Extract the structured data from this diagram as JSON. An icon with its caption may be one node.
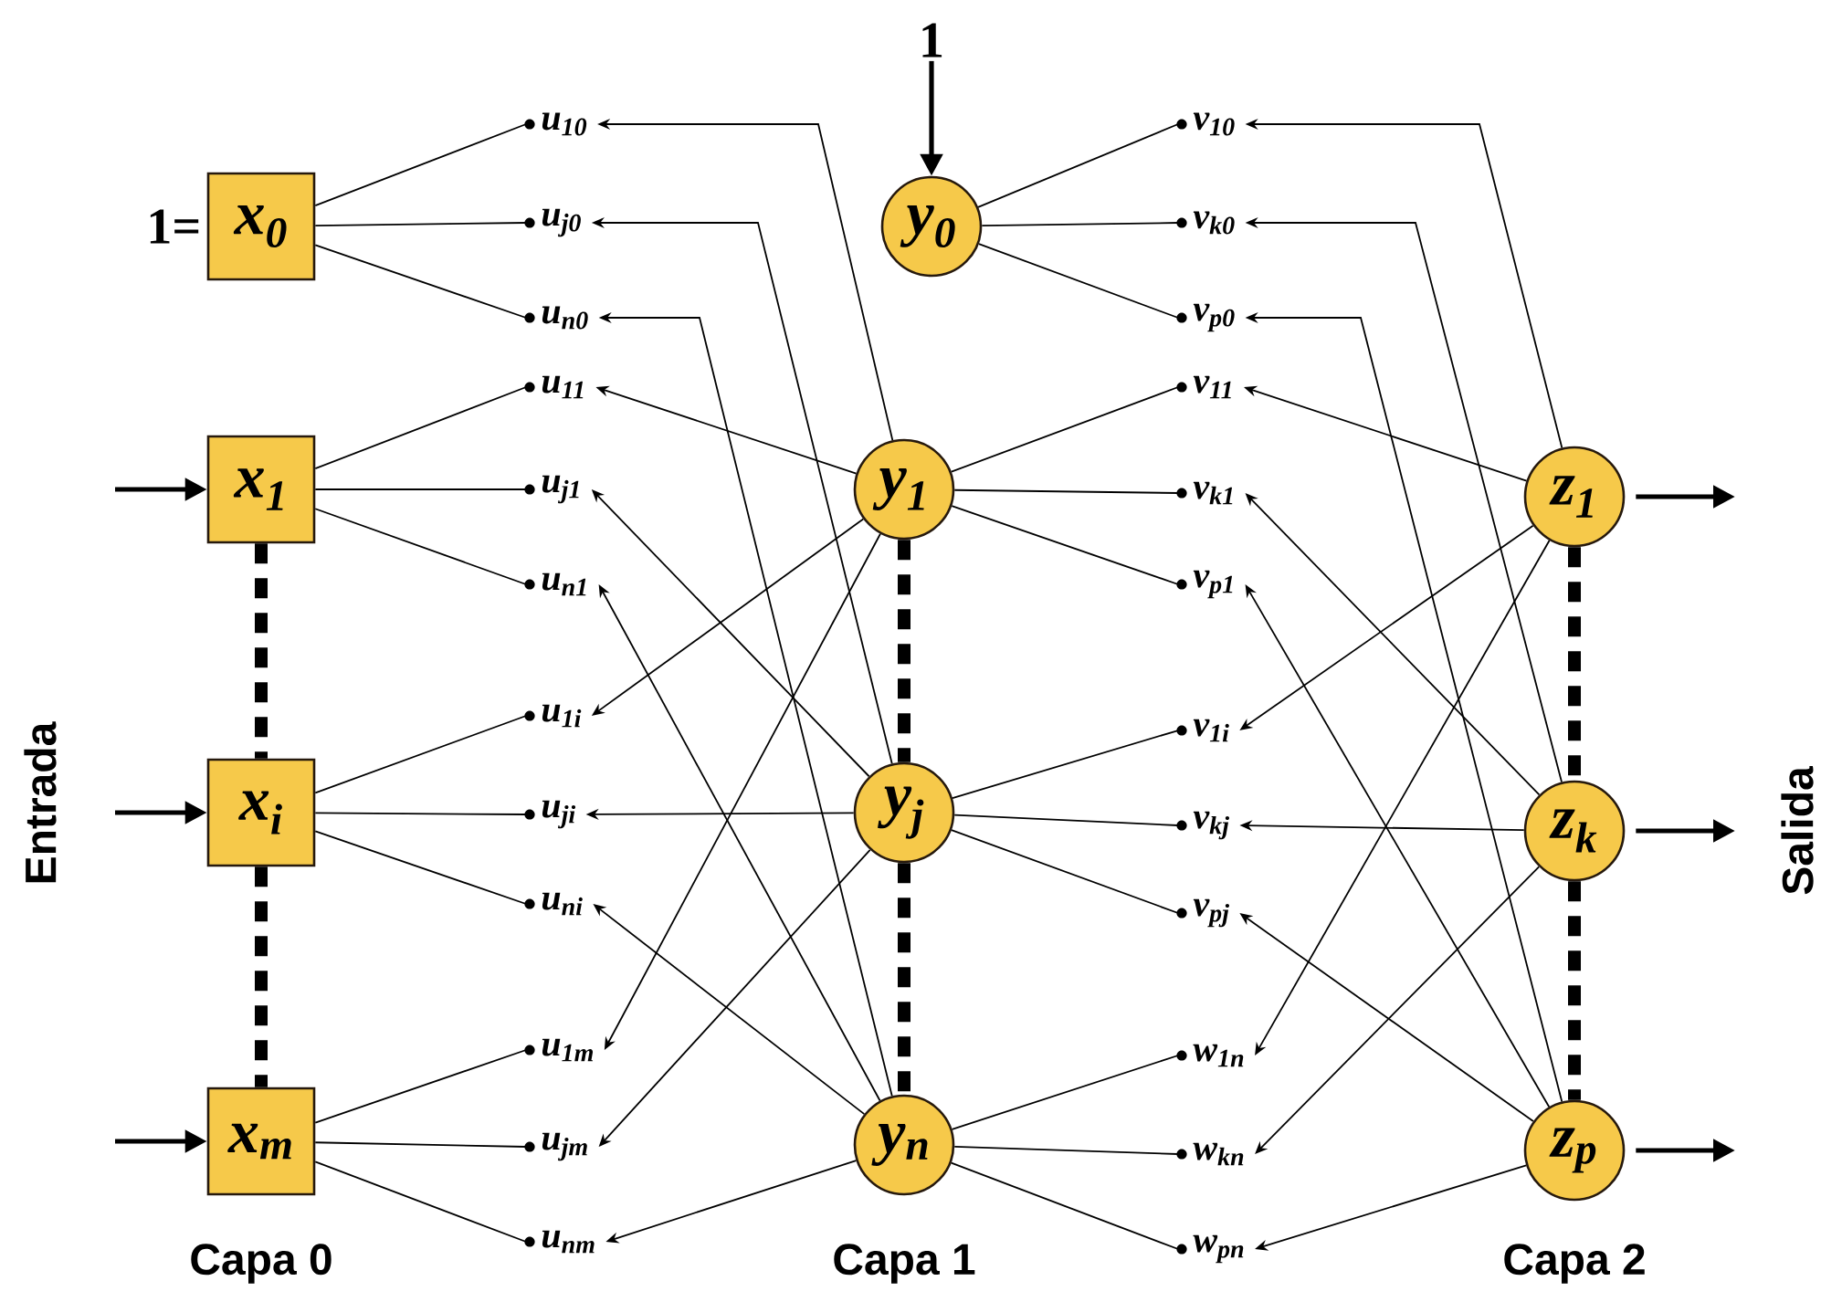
{
  "diagram": {
    "nodes": [
      {
        "text": [
          "x$_{0}$"
        ],
        "beside": [
          "1="
        ]
      },
      {
        "text": [
          "x$_{1}$"
        ]
      },
      {
        "text": [
          "x$_{i}$"
        ]
      },
      {
        "text": [
          "x$_{m}$"
        ]
      },
      {
        "text": [
          "y$_{0}$"
        ]
      },
      {
        "text": [
          "y$_{1}$"
        ]
      },
      {
        "text": [
          "y$_{j}$"
        ]
      },
      {
        "text": [
          "y$_{n}$"
        ]
      },
      {
        "text": [
          "z$_{1}$"
        ]
      },
      {
        "text": [
          "z$_{k}$"
        ]
      },
      {
        "text": [
          "z$_{p}$"
        ]
      },
      {
        "text": [
          "u$_{10}$"
        ]
      },
      {
        "text": [
          "u$_{j0}$"
        ]
      },
      {
        "text": [
          "u$_{n0}$"
        ]
      },
      {
        "text": [
          "u$_{11}$"
        ]
      },
      {
        "text": [
          "u$_{j1}$"
        ]
      },
      {
        "text": [
          "u$_{n1}$"
        ]
      },
      {
        "text": [
          "u$_{1i}$"
        ]
      },
      {
        "text": [
          "u$_{ji}$"
        ]
      },
      {
        "text": [
          "u$_{ni}$"
        ]
      },
      {
        "text": [
          "u$_{1m}$"
        ]
      },
      {
        "text": [
          "u$_{jm}$"
        ]
      },
      {
        "text": [
          "u$_{nm}$"
        ]
      },
      {
        "text": [
          "v$_{10}$"
        ]
      },
      {
        "text": [
          "v$_{k0}$"
        ]
      },
      {
        "text": [
          "v$_{p0}$"
        ]
      },
      {
        "text": [
          "v$_{11}$"
        ]
      },
      {
        "text": [
          "v$_{k1}$"
        ]
      },
      {
        "text": [
          "v$_{p1}$"
        ]
      },
      {
        "text": [
          "v$_{1i}$"
        ]
      },
      {
        "text": [
          "v$_{kj}$"
        ]
      },
      {
        "text": [
          "v$_{pj}$"
        ]
      },
      {
        "text": [
          "w$_{1n}$"
        ]
      },
      {
        "text": [
          "w$_{kn}$"
        ]
      },
      {
        "text": [
          "w$_{pn}$"
        ]
      },
      {
        "text": [
          "1"
        ]
      }
    ],
    "edges": [
      {
        "from": 0,
        "to": 11,
        "arrow": "none"
      },
      {
        "from": 0,
        "to": 12,
        "arrow": "none"
      },
      {
        "from": 0,
        "to": 13,
        "arrow": "none"
      },
      {
        "from": 1,
        "to": 14,
        "arrow": "none"
      },
      {
        "from": 1,
        "to": 15,
        "arrow": "none"
      },
      {
        "from": 1,
        "to": 16,
        "arrow": "none"
      },
      {
        "from": 2,
        "to": 17,
        "arrow": "none"
      },
      {
        "from": 2,
        "to": 18,
        "arrow": "none"
      },
      {
        "from": 2,
        "to": 19,
        "arrow": "none"
      },
      {
        "from": 3,
        "to": 20,
        "arrow": "none"
      },
      {
        "from": 3,
        "to": 21,
        "arrow": "none"
      },
      {
        "from": 3,
        "to": 22,
        "arrow": "none"
      },
      {
        "from": 5,
        "to": 11,
        "arrow": "to"
      },
      {
        "from": 6,
        "to": 12,
        "arrow": "to"
      },
      {
        "from": 7,
        "to": 13,
        "arrow": "to"
      },
      {
        "from": 5,
        "to": 14,
        "arrow": "to"
      },
      {
        "from": 6,
        "to": 15,
        "arrow": "to"
      },
      {
        "from": 7,
        "to": 16,
        "arrow": "to"
      },
      {
        "from": 5,
        "to": 17,
        "arrow": "to"
      },
      {
        "from": 6,
        "to": 18,
        "arrow": "to"
      },
      {
        "from": 7,
        "to": 19,
        "arrow": "to"
      },
      {
        "from": 5,
        "to": 20,
        "arrow": "to"
      },
      {
        "from": 6,
        "to": 21,
        "arrow": "to"
      },
      {
        "from": 7,
        "to": 22,
        "arrow": "to"
      },
      {
        "from": 4,
        "to": 23,
        "arrow": "none"
      },
      {
        "from": 4,
        "to": 24,
        "arrow": "none"
      },
      {
        "from": 4,
        "to": 25,
        "arrow": "none"
      },
      {
        "from": 5,
        "to": 26,
        "arrow": "none"
      },
      {
        "from": 5,
        "to": 27,
        "arrow": "none"
      },
      {
        "from": 5,
        "to": 28,
        "arrow": "none"
      },
      {
        "from": 6,
        "to": 29,
        "arrow": "none"
      },
      {
        "from": 6,
        "to": 30,
        "arrow": "none"
      },
      {
        "from": 6,
        "to": 31,
        "arrow": "none"
      },
      {
        "from": 7,
        "to": 32,
        "arrow": "none"
      },
      {
        "from": 7,
        "to": 33,
        "arrow": "none"
      },
      {
        "from": 7,
        "to": 34,
        "arrow": "none"
      },
      {
        "from": 8,
        "to": 23,
        "arrow": "to"
      },
      {
        "from": 9,
        "to": 24,
        "arrow": "to"
      },
      {
        "from": 10,
        "to": 25,
        "arrow": "to"
      },
      {
        "from": 8,
        "to": 26,
        "arrow": "to"
      },
      {
        "from": 9,
        "to": 27,
        "arrow": "to"
      },
      {
        "from": 10,
        "to": 28,
        "arrow": "to"
      },
      {
        "from": 8,
        "to": 29,
        "arrow": "to"
      },
      {
        "from": 9,
        "to": 30,
        "arrow": "to"
      },
      {
        "from": 10,
        "to": 31,
        "arrow": "to"
      },
      {
        "from": 8,
        "to": 32,
        "arrow": "to"
      },
      {
        "from": 9,
        "to": 33,
        "arrow": "to"
      },
      {
        "from": 10,
        "to": 34,
        "arrow": "to"
      },
      {
        "from": 35,
        "to": 4,
        "arrow": "to",
        "style": "thick"
      },
      {
        "from": null,
        "to": 1,
        "arrow": "to",
        "style": "thick"
      },
      {
        "from": null,
        "to": 2,
        "arrow": "to",
        "style": "thick"
      },
      {
        "from": null,
        "to": 3,
        "arrow": "to",
        "style": "thick"
      },
      {
        "from": 8,
        "to": null,
        "arrow": "to",
        "style": "thick"
      },
      {
        "from": 9,
        "to": null,
        "arrow": "to",
        "style": "thick"
      },
      {
        "from": 10,
        "to": null,
        "arrow": "to",
        "style": "thick"
      },
      {
        "from": 1,
        "to": 2,
        "arrow": "none",
        "style": "dashed"
      },
      {
        "from": 2,
        "to": 3,
        "arrow": "none",
        "style": "dashed"
      },
      {
        "from": 5,
        "to": 6,
        "arrow": "none",
        "style": "dashed"
      },
      {
        "from": 6,
        "to": 7,
        "arrow": "none",
        "style": "dashed"
      },
      {
        "from": 8,
        "to": 9,
        "arrow": "none",
        "style": "dashed"
      },
      {
        "from": 9,
        "to": 10,
        "arrow": "none",
        "style": "dashed"
      }
    ],
    "labels": [
      "Entrada",
      "Salida",
      "Capa 0",
      "Capa 1",
      "Capa 2"
    ]
  }
}
